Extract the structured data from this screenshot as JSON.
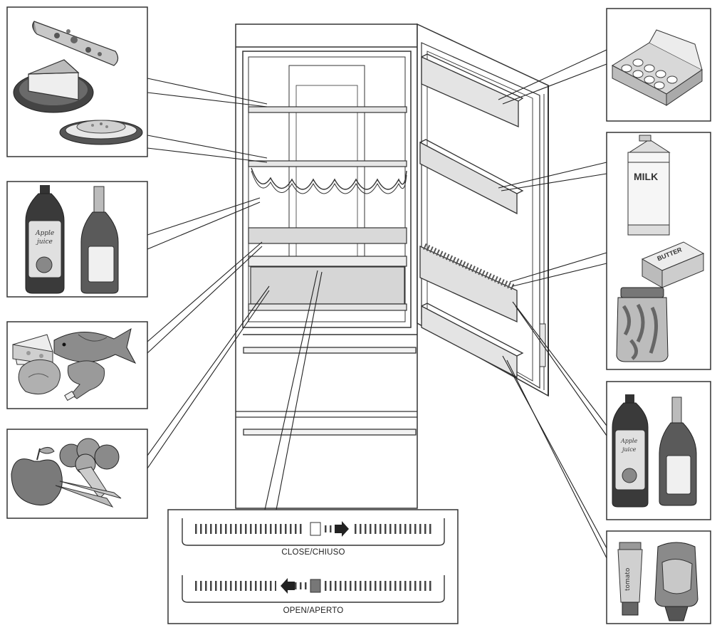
{
  "diagram": {
    "humidity_control": {
      "close_label": "CLOSE/CHIUSO",
      "open_label": "OPEN/APERTO"
    },
    "package_labels": {
      "milk": "MILK",
      "butter": "BUTTER"
    }
  },
  "colors": {
    "line": "#333333",
    "drawer_fill": "#d6d6d6",
    "shelf_fill": "#e6e6e6"
  }
}
